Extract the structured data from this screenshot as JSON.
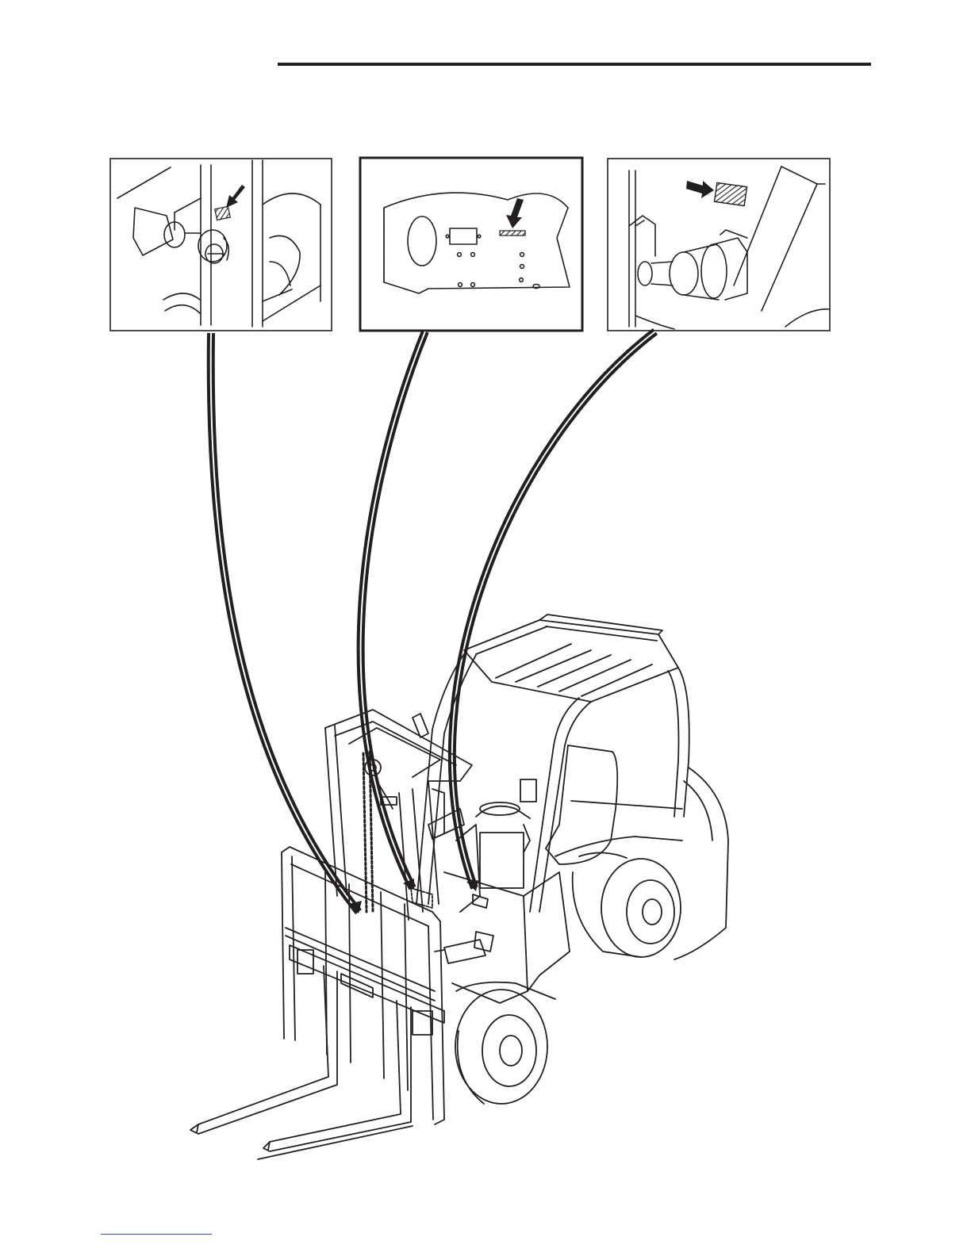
{
  "figure": {
    "callouts": [
      {
        "id": "mast-plate",
        "icon": "arrow-icon"
      },
      {
        "id": "frame-plate",
        "icon": "arrow-icon"
      },
      {
        "id": "tilt-cylinder-plate",
        "icon": "arrow-icon"
      }
    ],
    "colors": {
      "ink": "#231f20",
      "paper": "#ffffff",
      "footer_link": "#3a4fb0"
    }
  }
}
